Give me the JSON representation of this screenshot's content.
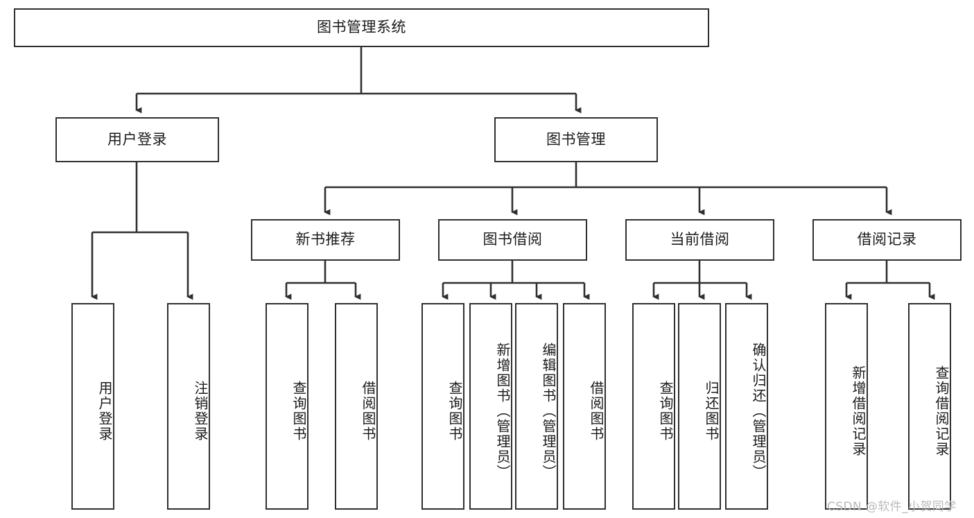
{
  "diagram": {
    "type": "hierarchy-tree",
    "title": "图书管理系统",
    "root": {
      "label": "图书管理系统"
    },
    "level2": [
      {
        "label": "用户登录"
      },
      {
        "label": "图书管理"
      }
    ],
    "level3": [
      {
        "label": "新书推荐"
      },
      {
        "label": "图书借阅"
      },
      {
        "label": "当前借阅"
      },
      {
        "label": "借阅记录"
      }
    ],
    "leaves": {
      "user_login": [
        {
          "label": "用户登录"
        },
        {
          "label": "注销登录"
        }
      ],
      "new_book_recommend": [
        {
          "label": "查询图书"
        },
        {
          "label": "借阅图书"
        }
      ],
      "book_borrow": [
        {
          "label": "查询图书"
        },
        {
          "label": "新增图书（管理员）"
        },
        {
          "label": "编辑图书（管理员）"
        },
        {
          "label": "借阅图书"
        }
      ],
      "current_borrow": [
        {
          "label": "查询图书"
        },
        {
          "label": "归还图书"
        },
        {
          "label": "确认归还（管理员）"
        }
      ],
      "borrow_record": [
        {
          "label": "新增借阅记录"
        },
        {
          "label": "查询借阅记录"
        }
      ]
    }
  },
  "watermark": {
    "text": "CSDN @软件_小贺同学"
  },
  "colors": {
    "border": "#2f2f2f",
    "text": "#1a1a1a",
    "background": "#ffffff",
    "watermark": "#b9b9b9"
  }
}
